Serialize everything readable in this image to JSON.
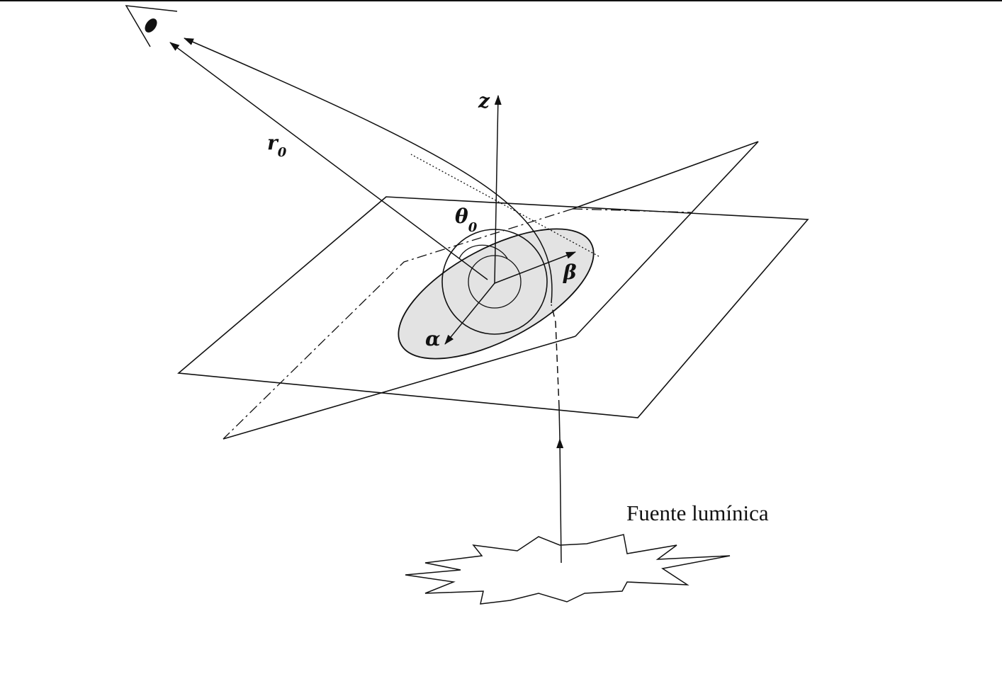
{
  "labels": {
    "z": "z",
    "r0_base": "r",
    "r0_sub": "0",
    "theta_base": "θ",
    "theta_sub": "0",
    "alpha": "α",
    "beta": "β",
    "light_source": "Fuente lumínica"
  },
  "icons": {
    "observer": "eye-icon",
    "source": "starburst-icon"
  },
  "colors": {
    "stroke": "#111111",
    "ellipse_fill": "#e3e3e3",
    "background": "#ffffff"
  }
}
